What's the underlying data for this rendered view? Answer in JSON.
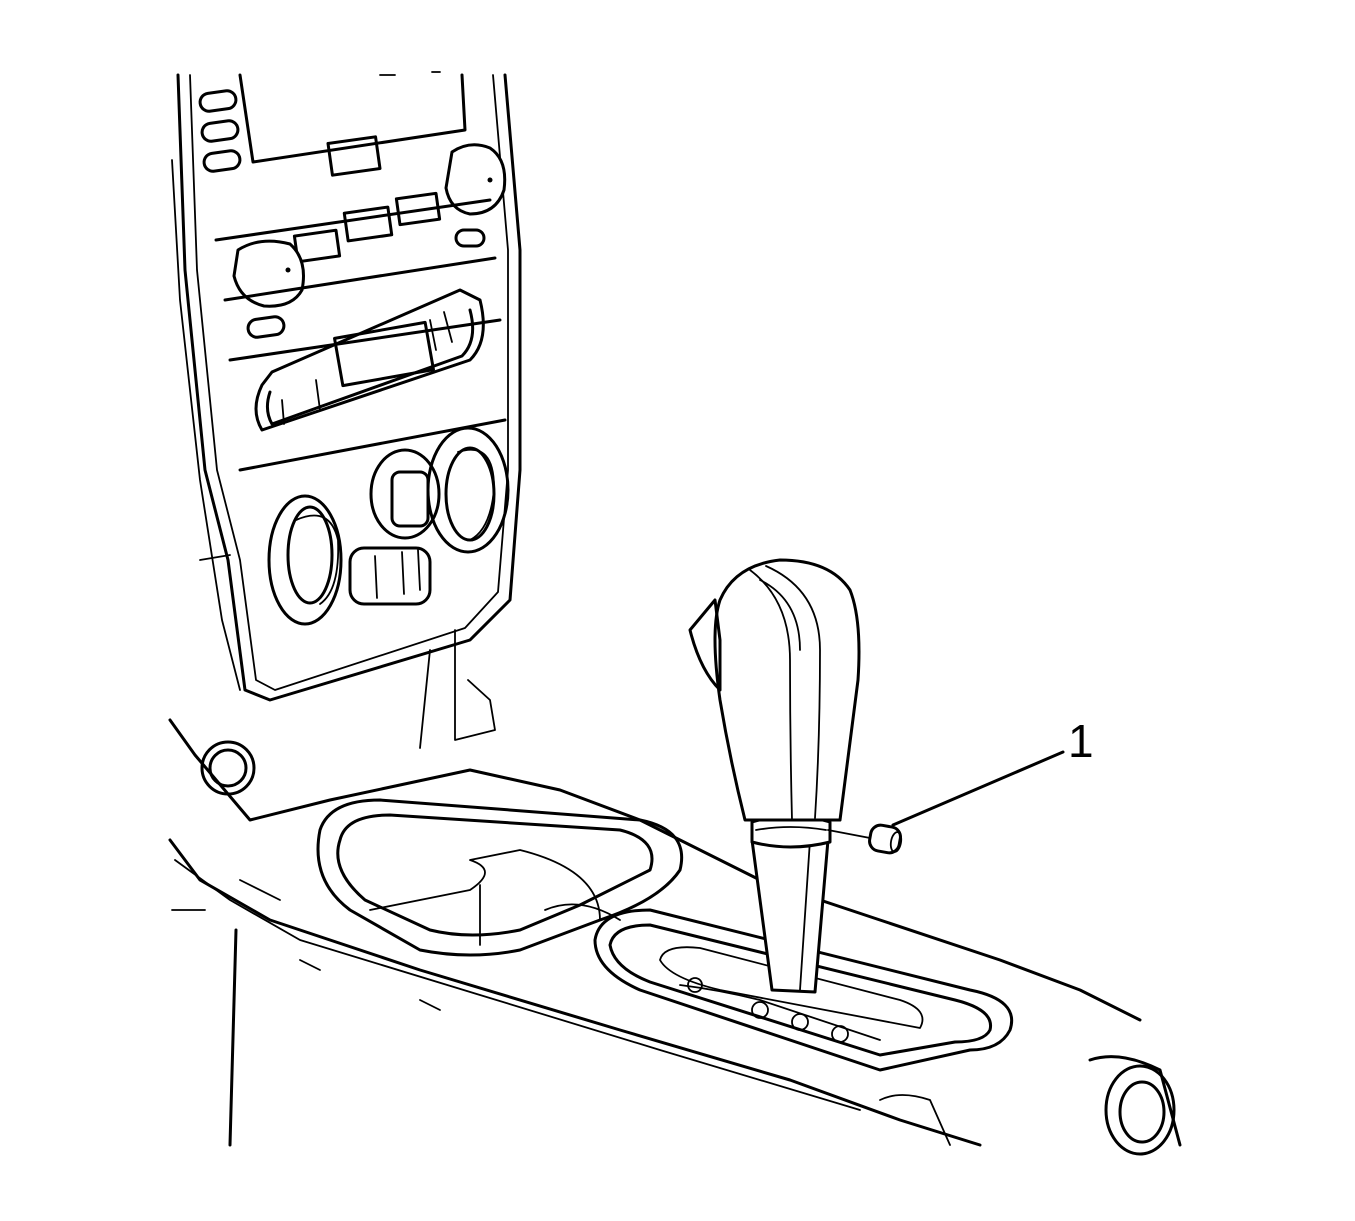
{
  "callouts": [
    {
      "id": "1",
      "label": "1"
    }
  ],
  "colors": {
    "ink": "#000000",
    "paper": "#ffffff"
  },
  "parts": {
    "panel": "center-stack-panel",
    "knob": "shift-knob",
    "fastener": "shift-knob-set-screw"
  }
}
